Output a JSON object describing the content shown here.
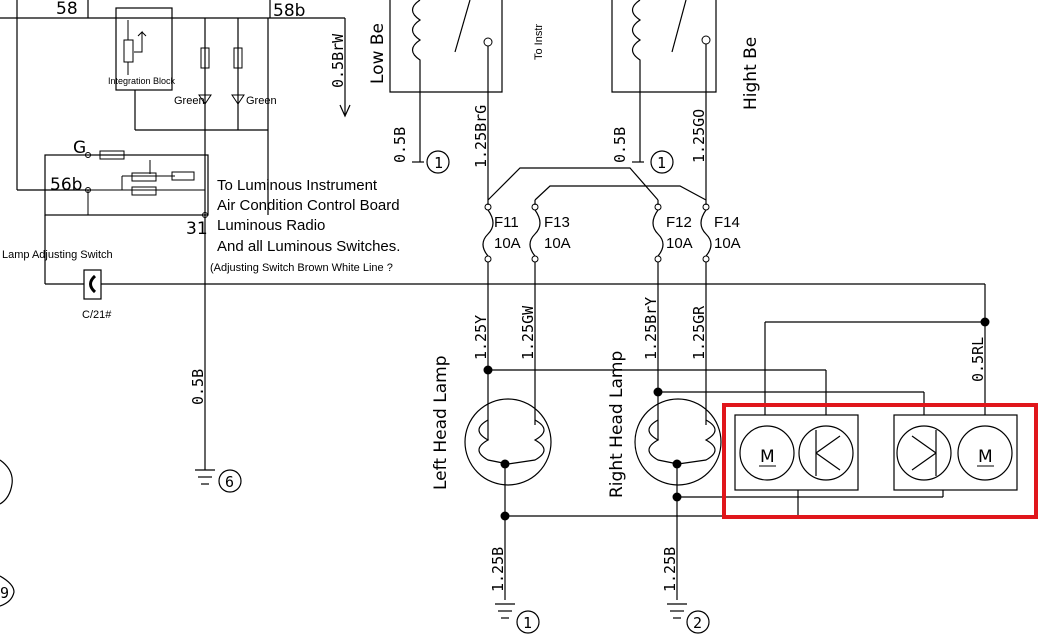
{
  "labels": {
    "terminal_58": "58",
    "terminal_58b": "58b",
    "terminal_g": "G",
    "terminal_56b": "56b",
    "terminal_31": "31",
    "integration_block": "Integration Block",
    "green_left": "Green",
    "green_right": "Green",
    "lamp_adjusting_switch": "Lamp Adjusting Switch",
    "switch_code": "C/21#",
    "low_beam_partial": "Low Be",
    "high_beam_partial": "Hight Be",
    "to_instrument_partial": "To Instr",
    "left_head_lamp": "Left Head Lamp",
    "right_head_lamp": "Right Head Lamp",
    "motor_symbol": "M"
  },
  "note_lines": [
    "To Luminous Instrument",
    "Air Condition Control Board",
    "Luminous Radio",
    "And all Luminous Switches.",
    "(Adjusting Switch Brown White Line  ?"
  ],
  "wires": {
    "w_05brw": "0.5BrW",
    "w_05b_a": "0.5B",
    "w_125brg": "1.25BrG",
    "w_05b_b": "0.5B",
    "w_125go": "1.25GO",
    "w_125y": "1.25Y",
    "w_125gw": "1.25GW",
    "w_125bry": "1.25BrY",
    "w_125gr": "1.25GR",
    "w_05rl": "0.5RL",
    "w_05b_c": "0.5B",
    "w_125b_a": "1.25B",
    "w_125b_b": "1.25B"
  },
  "fuses": [
    {
      "name": "F11",
      "rating": "10A"
    },
    {
      "name": "F13",
      "rating": "10A"
    },
    {
      "name": "F12",
      "rating": "10A"
    },
    {
      "name": "F14",
      "rating": "10A"
    }
  ],
  "grounds": {
    "g1_top_a": "1",
    "g1_top_b": "1",
    "g6": "6",
    "g1_bottom": "1",
    "g2_bottom": "2",
    "g9_partial": "9"
  },
  "highlight": {
    "color": "#e0161b"
  }
}
